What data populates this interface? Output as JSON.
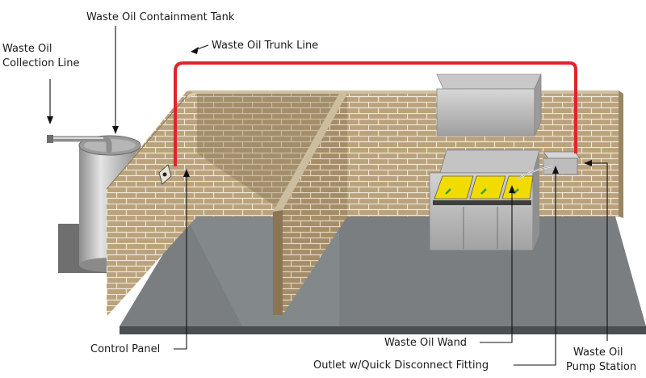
{
  "labels": {
    "containment_tank": "Waste Oil Containment Tank",
    "collection_line_1": "Waste Oil",
    "collection_line_2": "Collection Line",
    "trunk_line": "Waste Oil Trunk Line",
    "control_panel": "Control Panel",
    "wand": "Waste Oil Wand",
    "outlet": "Outlet w/Quick Disconnect Fitting",
    "pump_station_1": "Waste Oil",
    "pump_station_2": "Pump Station"
  },
  "colors": {
    "trunk_line": "#e1232a",
    "brick": "#b9a27c",
    "mortar": "#efe7d6",
    "floor": "#777b7e",
    "fryer_oil": "#f2dc00",
    "tank": "#b7b7b7"
  }
}
